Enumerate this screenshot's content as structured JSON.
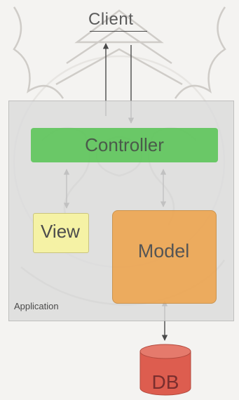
{
  "title": "Client",
  "nodes": {
    "controller": "Controller",
    "view": "View",
    "model": "Model",
    "db": "DB"
  },
  "container_label": "Application",
  "colors": {
    "controller": "#5fc65c",
    "view": "#f7f4a2",
    "model": "#eea44d",
    "db": "#dd5d4f",
    "application": "#dcdcdc"
  }
}
